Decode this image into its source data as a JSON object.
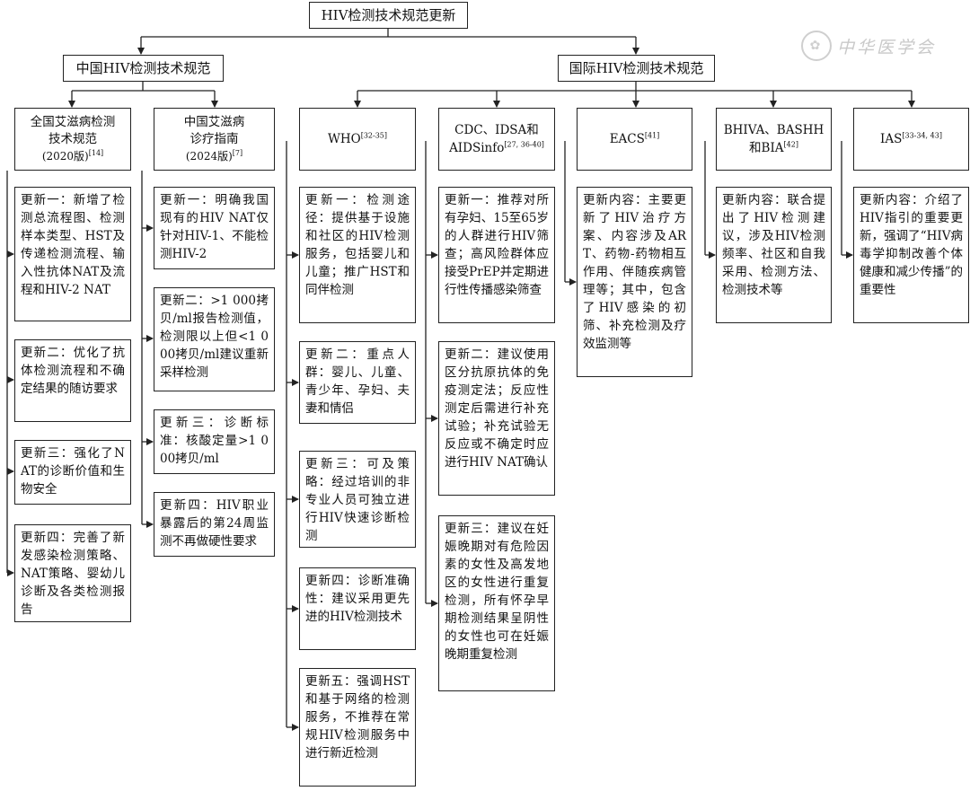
{
  "root": "HIV检测技术规范更新",
  "china": {
    "label": "中国HIV检测技术规范",
    "guides": [
      {
        "name_l1": "全国艾滋病检测",
        "name_l2": "技术规范",
        "name_l3": "(2020版)",
        "ref": "[14]",
        "updates": [
          "更新一：新增了检测总流程图、检测样本类型、HST及传递检测流程、输入性抗体NAT及流程和HIV-2 NAT",
          "更新二：优化了抗体检测流程和不确定结果的随访要求",
          "更新三：强化了NAT的诊断价值和生物安全",
          "更新四：完善了新发感染检测策略、NAT策略、婴幼儿诊断及各类检测报告"
        ]
      },
      {
        "name_l1": "中国艾滋病",
        "name_l2": "诊疗指南",
        "name_l3": "(2024版)",
        "ref": "[7]",
        "updates": [
          "更新一：明确我国现有的HIV NAT仅针对HIV-1、不能检测HIV-2",
          "更新二：>1 000拷贝/ml报告检测值，检测限以上但<1 000拷贝/ml建议重新采样检测",
          "更新三：诊断标准：核酸定量>1 000拷贝/ml",
          "更新四：HIV职业暴露后的第24周监测不再做硬性要求"
        ]
      }
    ]
  },
  "intl": {
    "label": "国际HIV检测技术规范",
    "guides": [
      {
        "name_l1": "WHO",
        "ref": "[32-35]",
        "updates": [
          "更新一：检测途径：提供基于设施和社区的HIV检测服务，包括婴儿和儿童；推广HST和同伴检测",
          "更新二：重点人群：婴儿、儿童、青少年、孕妇、夫妻和情侣",
          "更新三：可及策略：经过培训的非专业人员可独立进行HIV快速诊断检测",
          "更新四：诊断准确性：建议采用更先进的HIV检测技术",
          "更新五：强调HST和基于网络的检测服务，不推荐在常规HIV检测服务中进行新近检测"
        ]
      },
      {
        "name_l1": "CDC、IDSA和",
        "name_l2": "AIDSinfo",
        "ref": "[27, 36-40]",
        "updates": [
          "更新一：推荐对所有孕妇、15至65岁的人群进行HIV筛查；高风险群体应接受PrEP并定期进行性传播感染筛查",
          "更新二：建议使用区分抗原抗体的免疫测定法；反应性测定后需进行补充试验；补充试验无反应或不确定时应进行HIV NAT确认",
          "更新三：建议在妊娠晚期对有危险因素的女性及高发地区的女性进行重复检测，所有怀孕早期检测结果呈阴性的女性也可在妊娠晚期重复检测"
        ]
      },
      {
        "name_l1": "EACS",
        "ref": "[41]",
        "updates": [
          "更新内容：主要更新了HIV治疗方案、内容涉及ART、药物-药物相互作用、伴随疾病管理等；其中，包含了HIV感染的初筛、补充检测及疗效监测等"
        ]
      },
      {
        "name_l1": "BHIVA、BASHH",
        "name_l2": "和BIA",
        "ref": "[42]",
        "updates": [
          "更新内容：联合提出了HIV检测建议，涉及HIV检测频率、社区和自我采用、检测方法、检测技术等"
        ]
      },
      {
        "name_l1": "IAS",
        "ref": "[33-34, 43]",
        "updates": [
          "更新内容：介绍了HIV指引的重要更新，强调了“HIV病毒学抑制改善个体健康和减少传播”的重要性"
        ]
      }
    ]
  },
  "watermark": "中华医学会"
}
